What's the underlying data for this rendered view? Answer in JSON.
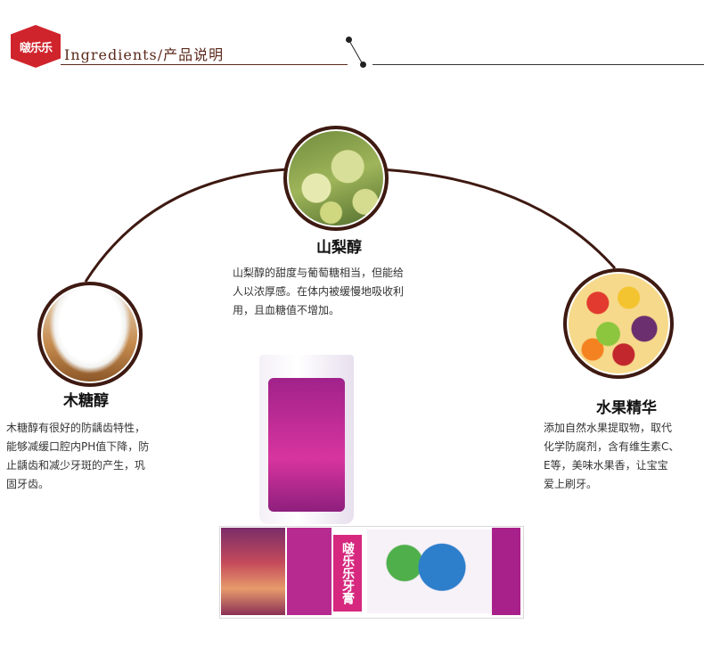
{
  "header": {
    "logo_text": "啵乐乐",
    "title": "Ingredients/产品说明"
  },
  "ingredients": [
    {
      "name": "山梨醇",
      "image": "pears-photo",
      "description": [
        "山梨醇的甜度与葡萄糖相当，但能给",
        "人以浓厚感。在体内被缓慢地吸收利",
        "用，且血糖值不增加。"
      ]
    },
    {
      "name": "木糖醇",
      "image": "xylitol-sugar-photo",
      "description": [
        "木糖醇有很好的防龋齿特性，",
        "能够减缓口腔内PH值下降，防",
        "止龋齿和减少牙斑的产生，巩",
        "固牙齿。"
      ]
    },
    {
      "name": "水果精华",
      "image": "mixed-fruits-photo",
      "description": [
        "添加自然水果提取物，取代",
        "化学防腐剂，含有维生素C、",
        "E等，美味水果香，让宝宝",
        "爱上刷牙。"
      ]
    }
  ],
  "product": {
    "box_title": "啵乐乐牙膏",
    "image": "toothpaste-tube-and-box"
  },
  "colors": {
    "accent": "#d0242c",
    "arc": "#3e1a12",
    "brand_purple": "#b72a8f"
  }
}
